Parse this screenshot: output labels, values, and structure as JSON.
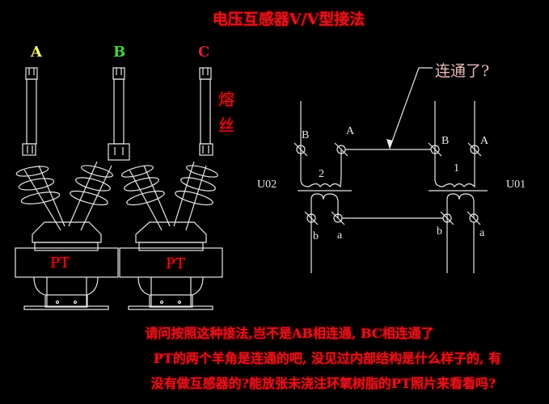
{
  "title": "电压互感器V/V型接法",
  "phase_labels": [
    {
      "text": "A",
      "color": "#f2f27a"
    },
    {
      "text": "B",
      "color": "#3ed83e"
    },
    {
      "text": "C",
      "color": "#d8203a"
    }
  ],
  "fuse_label": [
    "熔",
    "丝"
  ],
  "pt_labels": [
    "PT",
    "PT"
  ],
  "callout": "连通了?",
  "schematic": {
    "left": {
      "id": "U02",
      "number": "2",
      "primary": [
        "B",
        "A"
      ],
      "secondary": [
        "b",
        "a"
      ]
    },
    "right": {
      "id": "U01",
      "number": "1",
      "primary": [
        "B",
        "A"
      ],
      "secondary": [
        "b",
        "a"
      ]
    }
  },
  "question_lines": [
    "请问按照这种接法,岂不是AB相连通, BC相连通了",
    "PT的两个羊角是连通的吧, 没见过内部结构是什么样子的, 有",
    "没有做互感器的?能放张未浇注环氧树脂的PT照片来看看吗?"
  ],
  "colors": {
    "background": "#000000",
    "line": "#e8e8e8",
    "accent_red": "#e0141e"
  }
}
